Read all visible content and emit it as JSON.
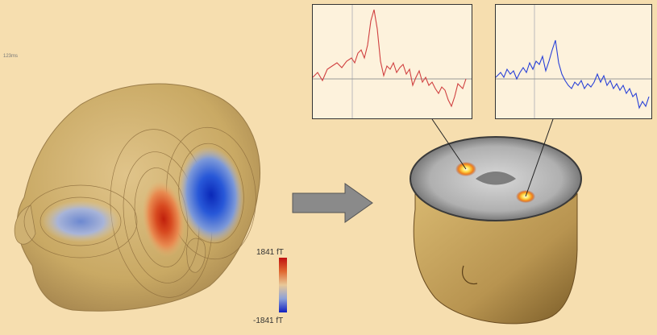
{
  "time_label": "123ms",
  "colorbar": {
    "max_label": "1841 fT",
    "min_label": "-1841 fT"
  },
  "colors": {
    "background": "#f6deaf",
    "panel": "#fdf2dc",
    "left_trace": "#d04040",
    "right_trace": "#2840d8",
    "arrow": "#8a8a8a",
    "positive_pole": "#c82810",
    "negative_pole": "#1838c8"
  },
  "icons": [
    "head-field-map",
    "mri-head-render",
    "process-arrow"
  ]
}
